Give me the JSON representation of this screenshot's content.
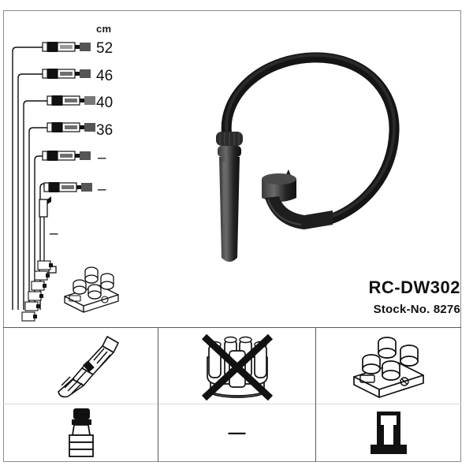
{
  "product": {
    "code": "RC-DW302",
    "stock_label": "Stock-No. 8276"
  },
  "measurements": {
    "unit_header": "cm",
    "rows": [
      {
        "index": 1,
        "length": "52"
      },
      {
        "index": 2,
        "length": "46"
      },
      {
        "index": 3,
        "length": "40"
      },
      {
        "index": 4,
        "length": "36"
      },
      {
        "index": 5,
        "length": "–"
      },
      {
        "index": 6,
        "length": "–"
      }
    ],
    "extra_lead_length": "–"
  },
  "icon_panel": {
    "rows": [
      {
        "cells": [
          {
            "name": "spark-plug",
            "label": "",
            "struck_out": false
          },
          {
            "name": "distributor-cap",
            "label": "",
            "struck_out": true
          },
          {
            "name": "ignition-coil-pack",
            "label": "",
            "struck_out": false
          }
        ]
      },
      {
        "cells": [
          {
            "name": "plug-boot-connector",
            "label": "",
            "struck_out": false
          },
          {
            "name": "not-applicable",
            "label": "—",
            "struck_out": false
          },
          {
            "name": "coil-terminal",
            "label": "",
            "struck_out": false
          }
        ]
      }
    ]
  },
  "colors": {
    "frame": "#8d8d8d",
    "rule": "#5a5a5a",
    "rule_soft": "#d8d8d8",
    "ink": "#111111",
    "cable_black": "#1b1b1b",
    "background": "#ffffff"
  }
}
